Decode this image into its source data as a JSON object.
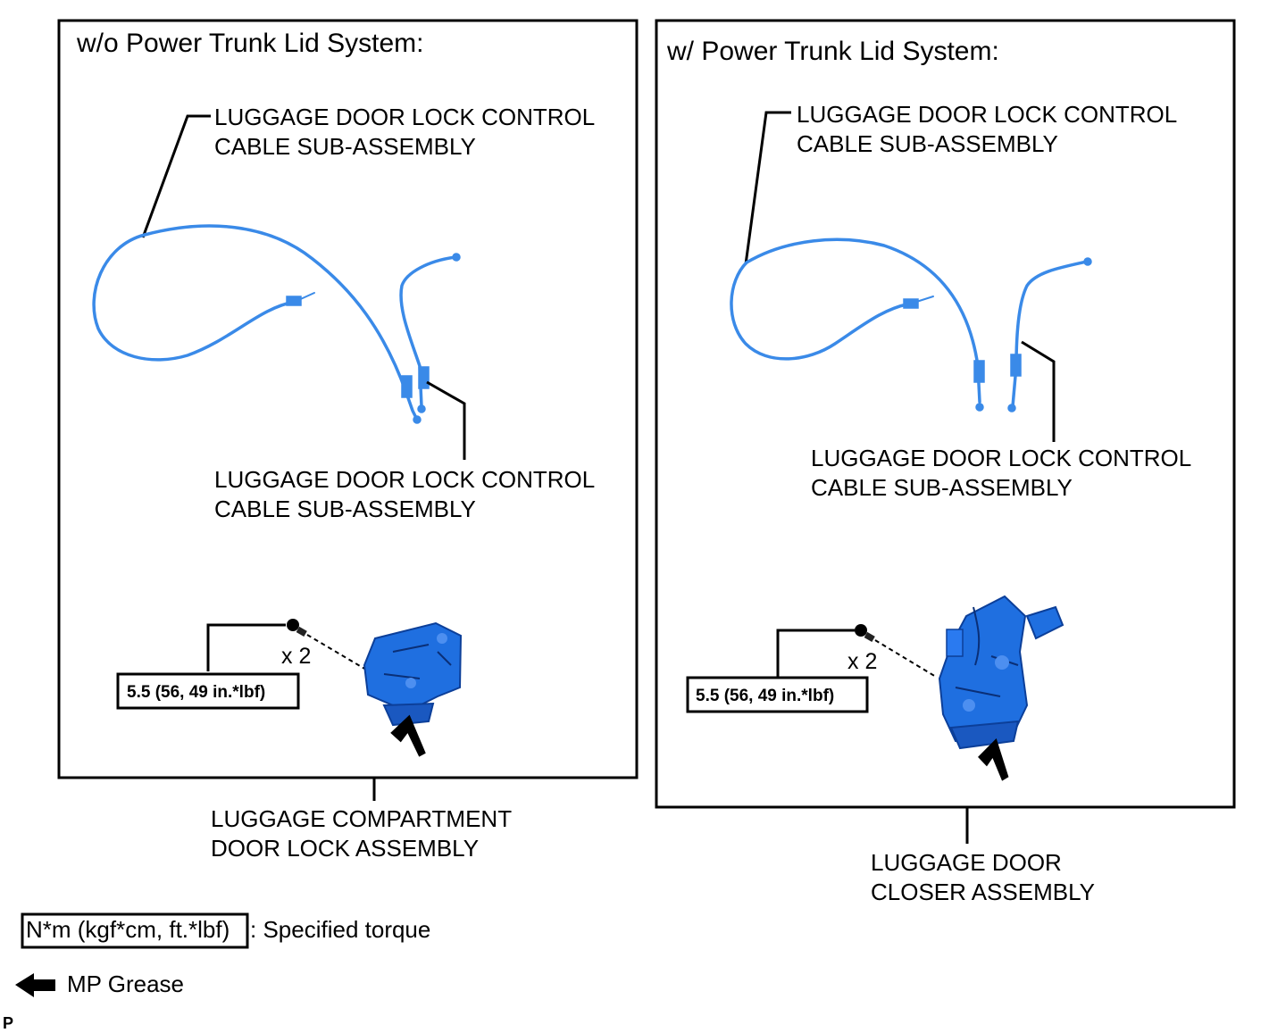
{
  "left_panel": {
    "title": "w/o Power Trunk Lid System:",
    "cable_label_top": [
      "LUGGAGE DOOR LOCK CONTROL",
      "CABLE SUB-ASSEMBLY"
    ],
    "cable_label_bottom": [
      "LUGGAGE DOOR LOCK CONTROL",
      "CABLE SUB-ASSEMBLY"
    ],
    "torque": "5.5 (56, 49 in.*lbf)",
    "quantity": "x 2",
    "part_label": [
      "LUGGAGE COMPARTMENT",
      "DOOR LOCK ASSEMBLY"
    ]
  },
  "right_panel": {
    "title": "w/ Power Trunk Lid System:",
    "cable_label_top": [
      "LUGGAGE DOOR LOCK CONTROL",
      "CABLE SUB-ASSEMBLY"
    ],
    "cable_label_bottom": [
      "LUGGAGE DOOR LOCK CONTROL",
      "CABLE SUB-ASSEMBLY"
    ],
    "torque": "5.5 (56, 49 in.*lbf)",
    "quantity": "x 2",
    "part_label": [
      "LUGGAGE DOOR",
      "CLOSER ASSEMBLY"
    ]
  },
  "legend": {
    "torque_unit": "N*m (kgf*cm, ft.*lbf)",
    "torque_desc": ": Specified torque",
    "grease": "MP Grease"
  },
  "corner_mark": "P",
  "colors": {
    "part_blue": "#1f6fe0",
    "cable_blue": "#3a8ae8",
    "outline": "#000000"
  }
}
